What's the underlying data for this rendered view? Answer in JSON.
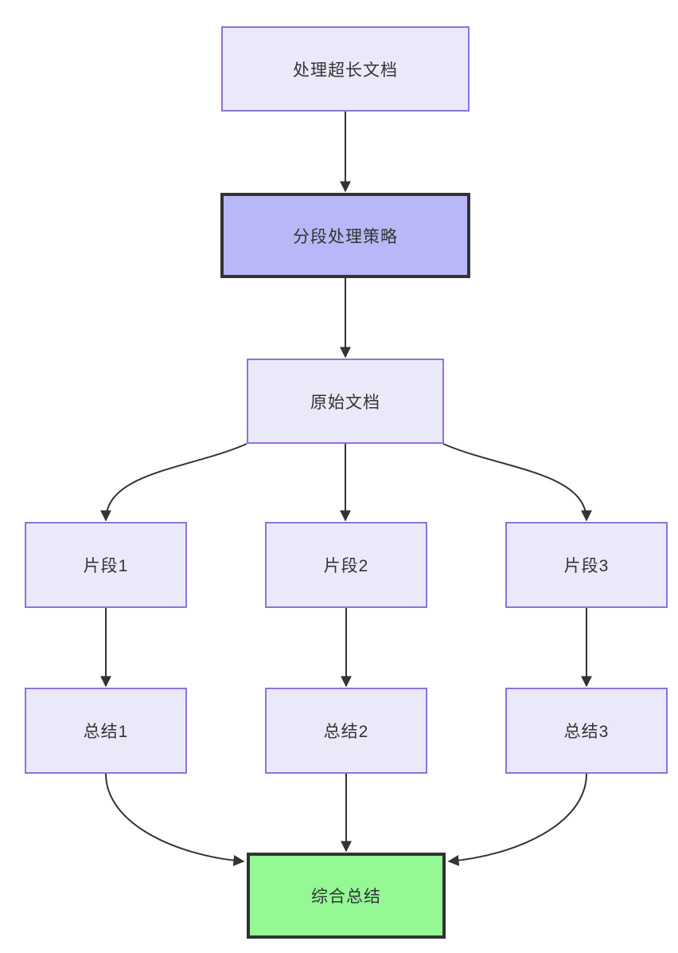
{
  "diagram": {
    "type": "flowchart",
    "direction": "top-down",
    "nodes": {
      "process_long_doc": {
        "label": "处理超长文档",
        "style": "light"
      },
      "segment_strategy": {
        "label": "分段处理策略",
        "style": "accent"
      },
      "original_doc": {
        "label": "原始文档",
        "style": "light"
      },
      "segment_1": {
        "label": "片段1",
        "style": "light"
      },
      "segment_2": {
        "label": "片段2",
        "style": "light"
      },
      "segment_3": {
        "label": "片段3",
        "style": "light"
      },
      "summary_1": {
        "label": "总结1",
        "style": "light"
      },
      "summary_2": {
        "label": "总结2",
        "style": "light"
      },
      "summary_3": {
        "label": "总结3",
        "style": "light"
      },
      "final_summary": {
        "label": "综合总结",
        "style": "success"
      }
    },
    "edges": [
      {
        "from": "处理超长文档",
        "to": "分段处理策略"
      },
      {
        "from": "分段处理策略",
        "to": "原始文档"
      },
      {
        "from": "原始文档",
        "to": "片段1"
      },
      {
        "from": "原始文档",
        "to": "片段2"
      },
      {
        "from": "原始文档",
        "to": "片段3"
      },
      {
        "from": "片段1",
        "to": "总结1"
      },
      {
        "from": "片段2",
        "to": "总结2"
      },
      {
        "from": "片段3",
        "to": "总结3"
      },
      {
        "from": "总结1",
        "to": "综合总结"
      },
      {
        "from": "总结2",
        "to": "综合总结"
      },
      {
        "from": "总结3",
        "to": "综合总结"
      }
    ],
    "colors": {
      "node_fill": "#E9E9F9",
      "node_border": "#9370DB",
      "accent_fill": "#B8B8F8",
      "success_fill": "#94F894",
      "strong_border": "#333333",
      "edge_color": "#333333",
      "text_color": "#333333"
    }
  }
}
